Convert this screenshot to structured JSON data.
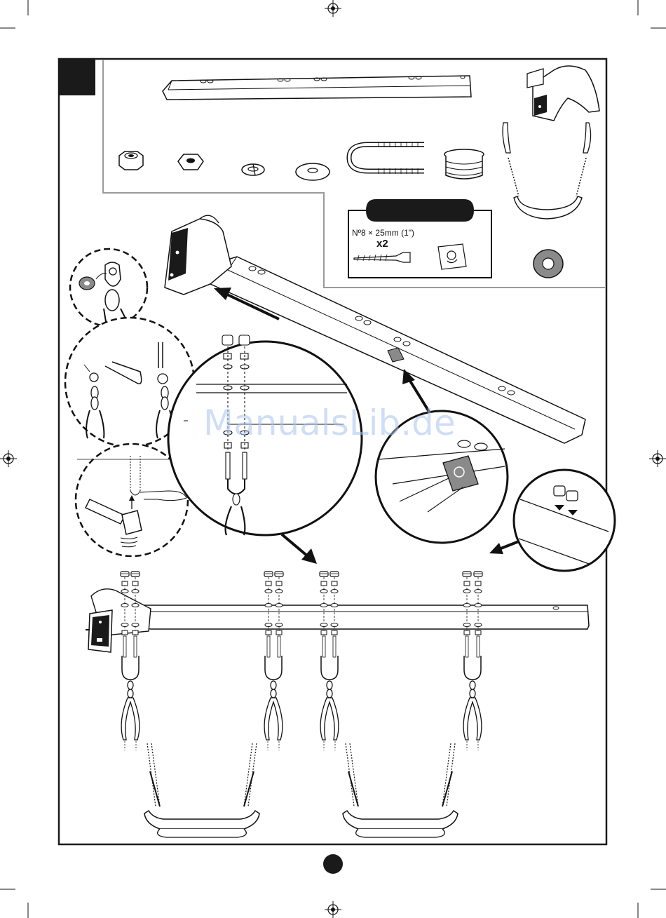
{
  "parts_box": {
    "screw_spec": "Nº8 × 25mm (1\")",
    "screw_qty": "x2"
  },
  "watermark": "ManualsLib.de",
  "colors": {
    "frame": "#1a1a1a",
    "parts_border": "#9a9a9a",
    "watermark": "#a9c4ee",
    "ring_gray": "#8a8a8a"
  },
  "icons": [
    "registration-mark-icon",
    "lock-nut-icon",
    "hex-nut-icon",
    "spring-washer-icon",
    "flat-washer-icon",
    "u-bolt-icon",
    "end-cap-icon",
    "bracket-icon",
    "screw-icon",
    "label-plate-icon",
    "spacer-ring-icon",
    "hammer-icon",
    "swing-seat-icon"
  ]
}
